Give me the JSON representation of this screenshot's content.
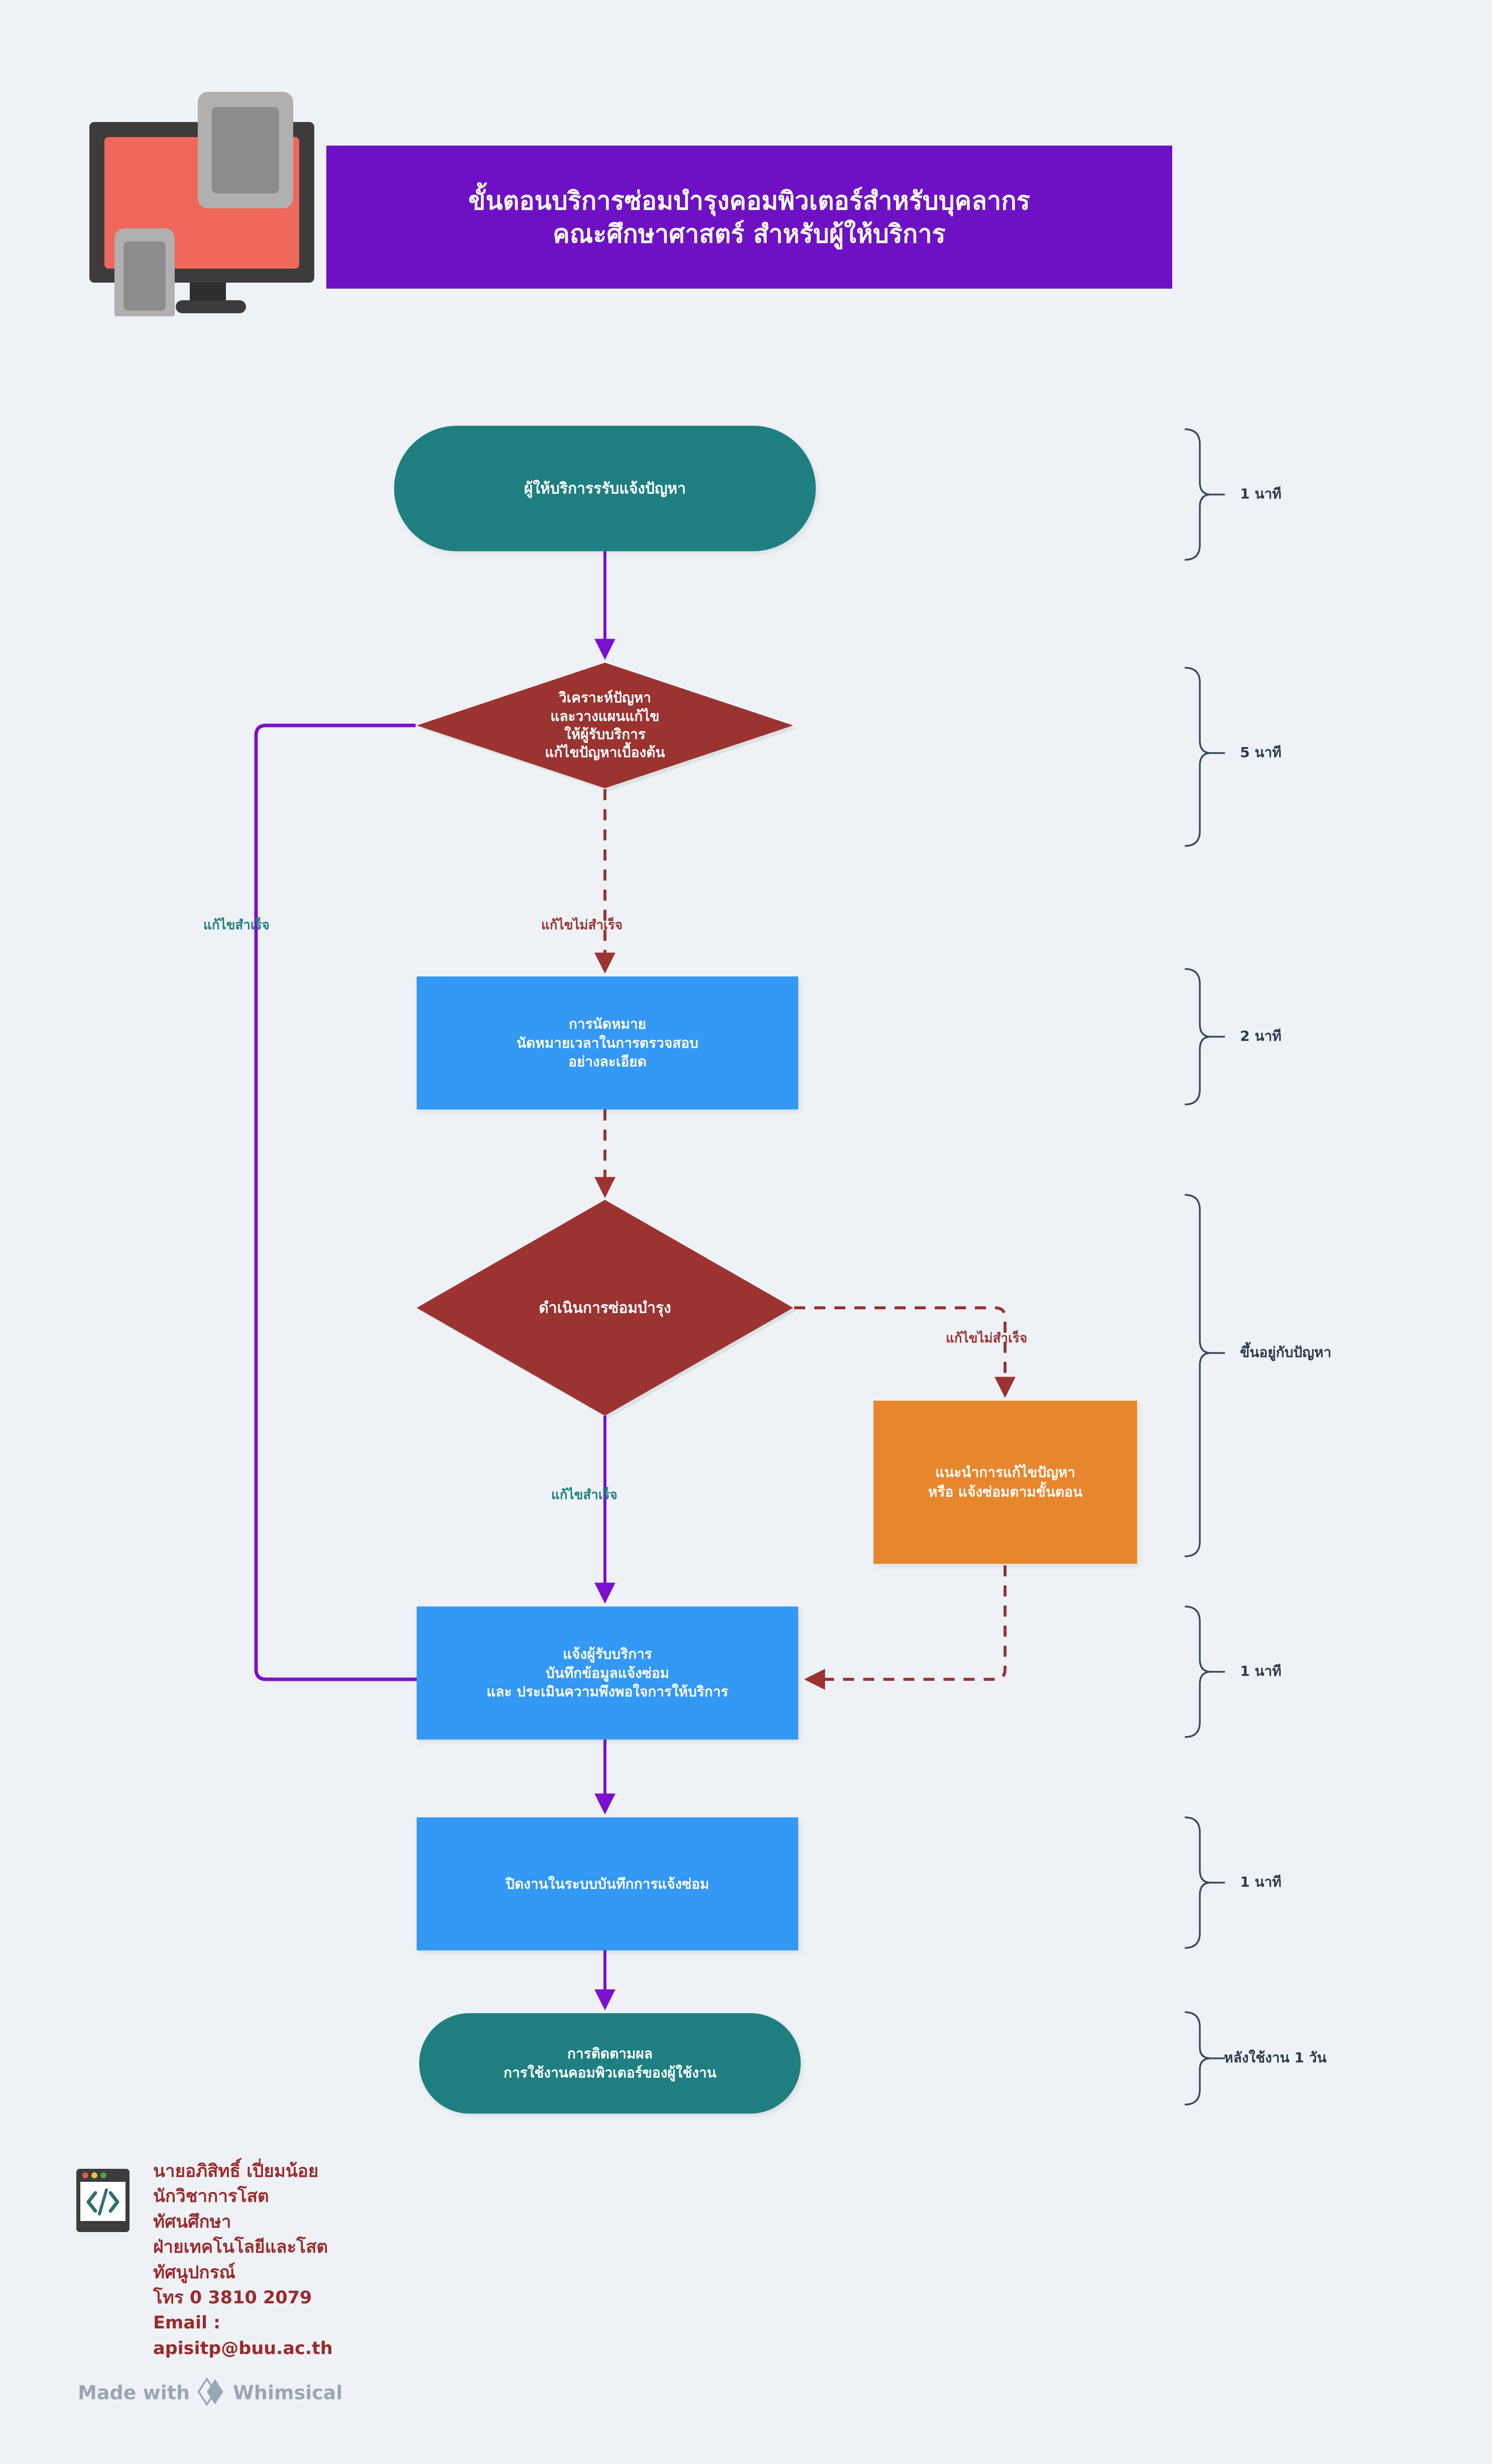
{
  "header": {
    "title": "ขั้นตอนบริการซ่อมบำรุงคอมพิวเตอร์สำหรับบุคลากร\nคณะศึกษาศาสตร์ สำหรับผู้ให้บริการ",
    "banner_color": "#6e11c4",
    "icon": "monitor-tablet-phone-icon"
  },
  "colors": {
    "background": "#eef2f6",
    "terminator": "#1f7f80",
    "process": "#3498f5",
    "decision": "#9b3331",
    "alternate": "#e8862e",
    "flow_success": "#7b10cf",
    "flow_fail": "#9b3331",
    "annotation": "#2b3b4a",
    "footer_text": "#9b2a2a"
  },
  "nodes": {
    "start": "ผู้ให้บริการรรับแจ้งปัญหา",
    "decision_1": "วิเคราะห์ปัญหา\nและวางแผนแก้ไข\nให้ผู้รับบริการ\nแก้ไขปัญหาเบื้องต้น",
    "appointment": "การนัดหมาย\nนัดหมายเวลาในการตรวจสอบ\nอย่างละเอียด",
    "decision_2": "ดำเนินการซ่อมบำรุง",
    "advice": "แนะนำการแก้ไขปัญหา\nหรือ แจ้งซ่อมตามขั้นตอน",
    "notify": "แจ้งผู้รับบริการ\nบันทึกข้อมูลแจ้งซ่อม\nและ ประเมินความพึงพอใจการให้บริการ",
    "close": "ปิดงานในระบบบันทึกการแจ้งซ่อม",
    "followup": "การติดตามผล\nการใช้งานคอมพิวเตอร์ของผู้ใช้งาน"
  },
  "edge_labels": {
    "success_1": "แก้ไขสำเร็จ",
    "fail_1": "แก้ไขไม่สำเร็จ",
    "fail_2": "แก้ไขไม่สำเร็จ",
    "success_2": "แก้ไขสำเร็จ"
  },
  "durations": [
    {
      "label": "1 นาที"
    },
    {
      "label": "5 นาที"
    },
    {
      "label": "2 นาที"
    },
    {
      "label": "ขึ้นอยู่กับปัญหา"
    },
    {
      "label": "1 นาที"
    },
    {
      "label": "1 นาที"
    },
    {
      "label": "หลังใช้งาน 1 วัน"
    }
  ],
  "footer": {
    "contact": "นายอภิสิทธิ์ เปี่ยมน้อย\nนักวิชาการโสตทัศนศึกษา\nฝ่ายเทคโนโลยีและโสตทัศนูปกรณ์\nโทร 0 3810 2079\nEmail : apisitp@buu.ac.th",
    "icon": "code-window-icon"
  },
  "branding": {
    "made_with": "Made with",
    "product": "Whimsical"
  }
}
